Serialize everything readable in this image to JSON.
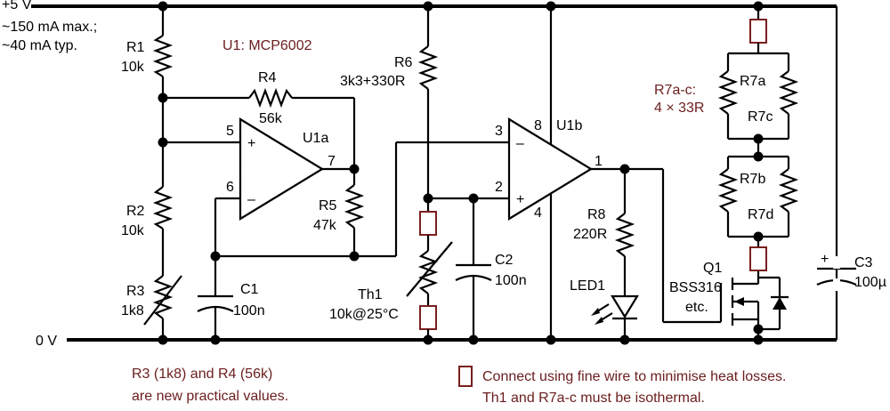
{
  "supply": {
    "label": "+5 V",
    "note1": "~150 mA max.;",
    "note2": "~40 mA typ."
  },
  "ground": {
    "label": "0 V"
  },
  "ic": {
    "label": "U1: MCP6002",
    "u1a": "U1a",
    "u1b": "U1b",
    "pins": {
      "p5": "5",
      "p6": "6",
      "p7": "7",
      "p3": "3",
      "p2": "2",
      "p8": "8",
      "p4": "4",
      "p1": "1"
    },
    "plus": "+",
    "minus": "–"
  },
  "components": {
    "r1": {
      "name": "R1",
      "value": "10k"
    },
    "r2": {
      "name": "R2",
      "value": "10k"
    },
    "r3": {
      "name": "R3",
      "value": "1k8"
    },
    "r4": {
      "name": "R4",
      "value": "56k"
    },
    "r5": {
      "name": "R5",
      "value": "47k"
    },
    "r6": {
      "name": "R6",
      "value": "3k3+330R"
    },
    "r8": {
      "name": "R8",
      "value": "220R"
    },
    "c1": {
      "name": "C1",
      "value": "100n"
    },
    "c2": {
      "name": "C2",
      "value": "100n"
    },
    "c3": {
      "name": "C3",
      "value": "100µ",
      "plus": "+"
    },
    "th1": {
      "name": "Th1",
      "value": "10k@25°C"
    },
    "led1": {
      "name": "LED1"
    },
    "q1": {
      "name": "Q1",
      "part": "BSS316",
      "note": "etc."
    },
    "r7": {
      "label": "R7a-c:",
      "value": "4 × 33R",
      "a": "R7a",
      "b": "R7b",
      "c": "R7c",
      "d": "R7d"
    }
  },
  "notes": {
    "left1": "R3 (1k8) and R4 (56k)",
    "left2": "are new practical values.",
    "right1": "Connect using fine wire to minimise heat losses.",
    "right2": "Th1 and R7a-c must be isothermal."
  },
  "colors": {
    "annotation": "#6b1d1d",
    "wire": "#000000"
  }
}
